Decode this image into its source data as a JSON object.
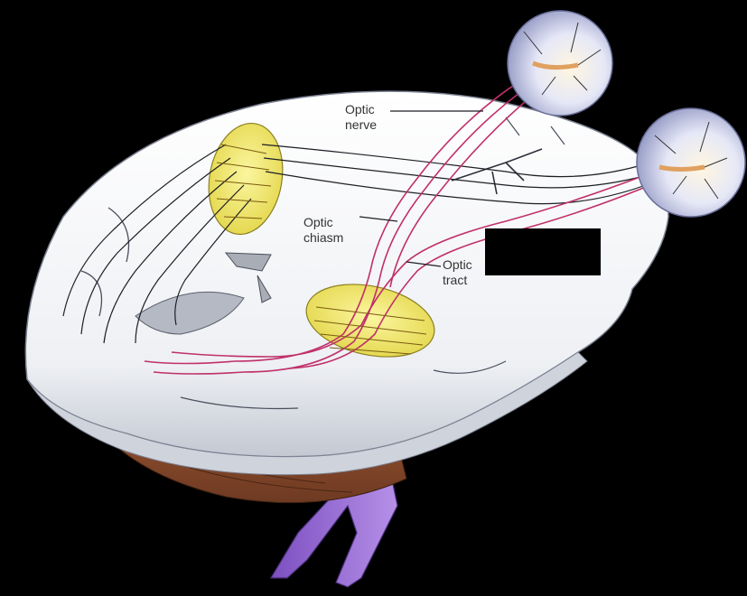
{
  "labels": {
    "optic_nerve": {
      "line1": "Optic",
      "line2": "nerve"
    },
    "optic_chiasm": {
      "line1": "Optic",
      "line2": "chiasm"
    },
    "optic_tract": {
      "line1": "Optic",
      "line2": "tract"
    }
  },
  "colors": {
    "background": "#000000",
    "brain": "#f4f5f7",
    "brain_shadow": "#c7cbd3",
    "cerebellum": "#8a4a2e",
    "brainstem": "#9a6bd0",
    "nucleus": "#f1ea6a",
    "optic_fibers": "#c0306a",
    "eyeball": "#dfe3f4"
  }
}
